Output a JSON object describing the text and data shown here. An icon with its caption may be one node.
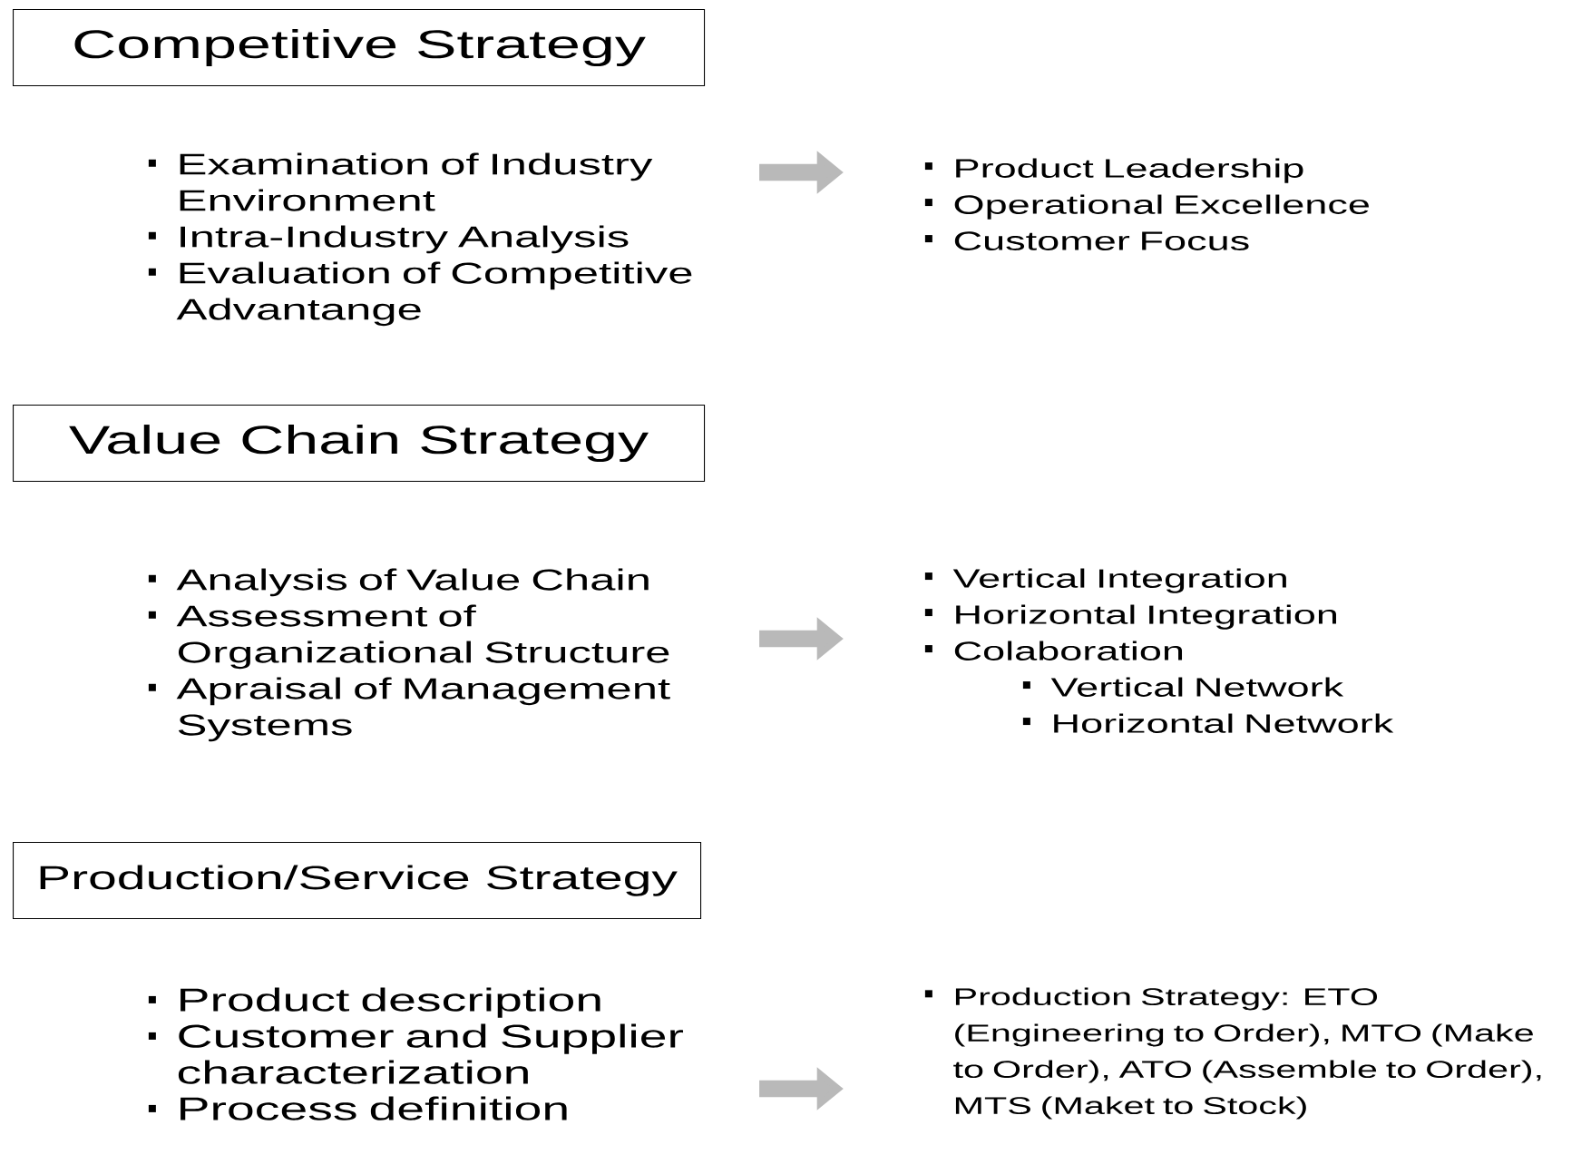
{
  "diagram": {
    "nodes": [
      {
        "text": [
          "Competitive Strategy"
        ]
      },
      {
        "text": [
          "Examination of Industry Environment",
          "Intra-Industry Analysis",
          "Evaluation of Competitive Advantange"
        ]
      },
      {
        "text": [
          "Product Leadership",
          "Operational Excellence",
          "Customer Focus"
        ]
      },
      {
        "text": [
          "Value Chain Strategy"
        ]
      },
      {
        "text": [
          "Analysis of Value Chain",
          "Assessment of Organizational Structure",
          "Apraisal of Management Systems"
        ]
      },
      {
        "text": [
          "Vertical Integration",
          "Horizontal Integration",
          "Colaboration",
          "Vertical Network",
          "Horizontal Network"
        ]
      },
      {
        "text": [
          "Production/Service Strategy"
        ]
      },
      {
        "text": [
          "Product description",
          "Customer and Supplier characterization",
          "Process definition"
        ]
      },
      {
        "text": [
          "Production Strategy: ETO (Engineering to Order), MTO (Make to Order), ATO (Assemble to Order), MTS (Maket to Stock)"
        ]
      }
    ],
    "edges": [
      {
        "from": 1,
        "to": 2,
        "arrow": "to"
      },
      {
        "from": 4,
        "to": 5,
        "arrow": "to"
      },
      {
        "from": 7,
        "to": 8,
        "arrow": "to"
      }
    ]
  }
}
